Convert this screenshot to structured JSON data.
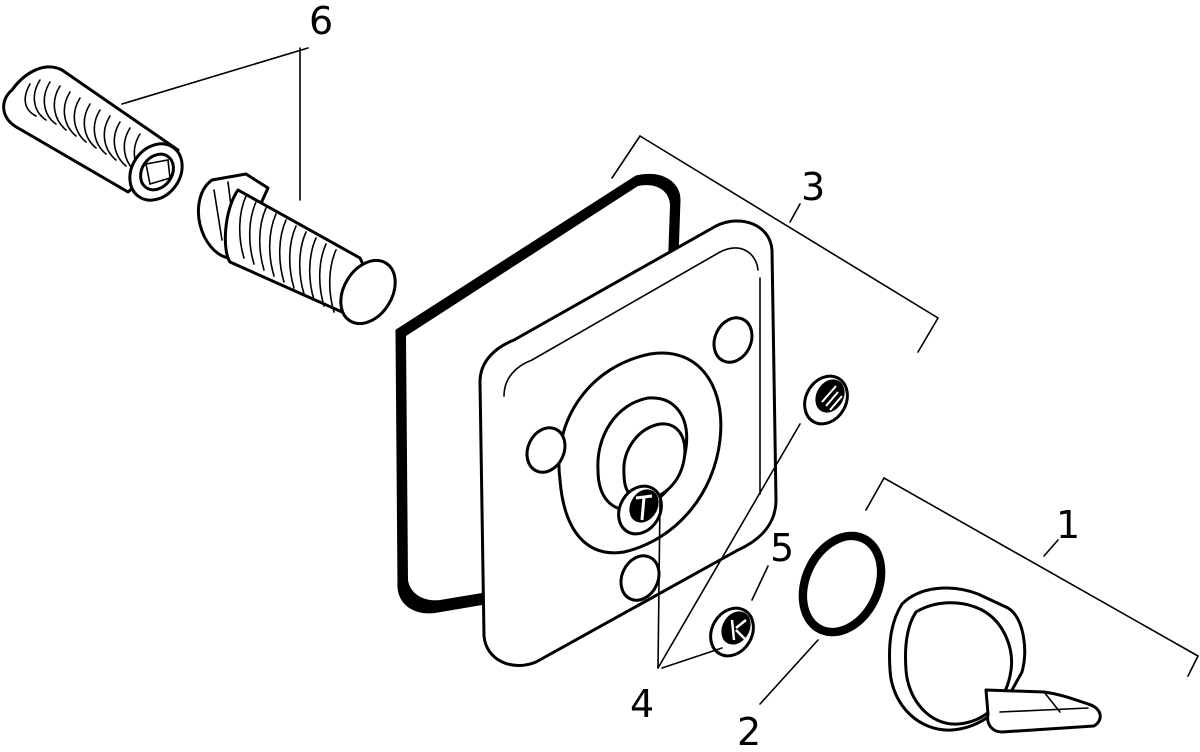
{
  "diagram": {
    "type": "exploded-parts-view",
    "line_color": "#000000",
    "background": "#ffffff",
    "callouts": [
      {
        "id": "1",
        "label": "1"
      },
      {
        "id": "2",
        "label": "2"
      },
      {
        "id": "3",
        "label": "3"
      },
      {
        "id": "4",
        "label": "4"
      },
      {
        "id": "5",
        "label": "5"
      },
      {
        "id": "6",
        "label": "6"
      }
    ]
  }
}
